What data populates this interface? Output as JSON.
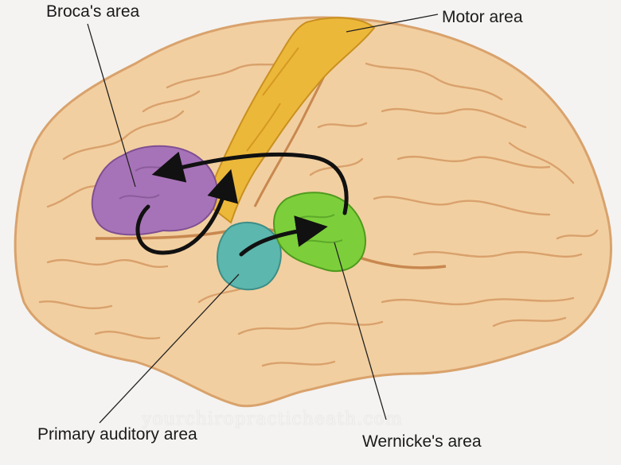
{
  "labels": {
    "broca": "Broca's area",
    "motor": "Motor area",
    "auditory": "Primary auditory area",
    "wernicke": "Wernicke's area"
  },
  "watermark": "yourchiropracticheath.com",
  "colors": {
    "brain": "#f2cfa0",
    "brain_outline": "#d9a26c",
    "broca": "#a773b8",
    "motor": "#ecb83a",
    "auditory": "#5cb7ae",
    "wernicke": "#7ccf3a",
    "arrow": "#111111"
  }
}
